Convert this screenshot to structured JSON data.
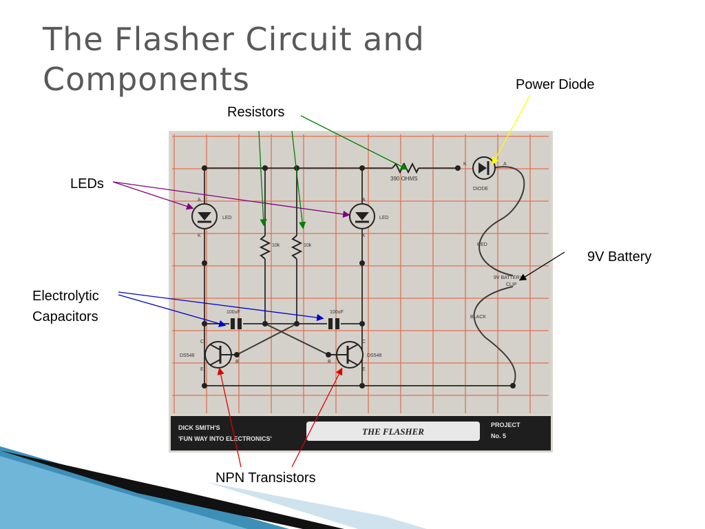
{
  "slide": {
    "title_line1": "The Flasher Circuit and",
    "title_line2": "Components"
  },
  "callouts": {
    "resistors": "Resistors",
    "power_diode": "Power Diode",
    "leds": "LEDs",
    "battery": "9V Battery",
    "capacitors_line1": "Electrolytic",
    "capacitors_line2": "Capacitors",
    "transistors": "NPN Transistors"
  },
  "board": {
    "resistor_390": "390 OHMS",
    "resistor_10k_left": "10k",
    "resistor_10k_right": "10k",
    "diode_label": "DIODE",
    "diode_k": "K",
    "diode_a": "A",
    "led_left_label": "LED",
    "led_right_label": "LED",
    "led_a": "A",
    "led_k": "K",
    "cap_left_label": "100uF",
    "cap_right_label": "100uF",
    "transistor_left_label": "DS548",
    "transistor_right_label": "DS548",
    "pin_c": "C",
    "pin_b": "B",
    "pin_e": "E",
    "wire_red": "RED",
    "wire_black": "BLACK",
    "battery_clip_line1": "9V BATTERY",
    "battery_clip_line2": "CLIP",
    "banner_left_line1": "DICK SMITH'S",
    "banner_left_line2": "'FUN WAY INTO ELECTRONICS'",
    "banner_title": "THE FLASHER",
    "banner_right_line1": "PROJECT",
    "banner_right_line2": "No. 5"
  },
  "colors": {
    "resistor_arrow": "#008000",
    "diode_arrow": "#ffff00",
    "led_arrow": "#800080",
    "capacitor_arrow": "#0000cc",
    "transistor_arrow": "#dd0000",
    "battery_arrow": "#000000",
    "grid": "#e07050",
    "board_bg": "#d6d3cc",
    "banner_bg": "#1e1e1e"
  }
}
